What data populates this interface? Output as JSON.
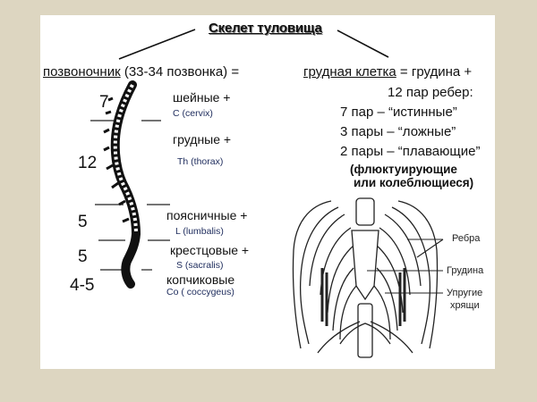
{
  "title": "Скелет туловища",
  "colors": {
    "background_border": "#ddd6c1",
    "sheet": "#ffffff",
    "ink": "#111111",
    "latin_text": "#1d2b5c"
  },
  "spine": {
    "heading_term": "позвоночник",
    "heading_rest": " (33-34 позвонка) =",
    "sections": [
      {
        "count": "7",
        "name": "шейные +",
        "latin": "C (cervix)"
      },
      {
        "count": "12",
        "name": "грудные +",
        "latin": "Th (thorax)"
      },
      {
        "count": "5",
        "name": "поясничные +",
        "latin": "L (lumbalis)"
      },
      {
        "count": "5",
        "name": "крестцовые +",
        "latin": "S (sacralis)"
      },
      {
        "count": "4-5",
        "name": "копчиковые",
        "latin": "Co ( coccygeus)"
      }
    ]
  },
  "thorax": {
    "heading_term": "грудная клетка",
    "heading_rest": " = грудина +",
    "line2": "12 пар ребер:",
    "ribs": [
      "7 пар – “истинные”",
      "3 пары – “ложные”",
      "2 пары – “плавающие”"
    ],
    "note_line1": "(флюктуирующие",
    "note_line2": "или колеблющиеся)",
    "figure_labels": {
      "ribs": "Ребра",
      "sternum": "Грудина",
      "cartilage_line1": "Упругие",
      "cartilage_line2": "хрящи"
    }
  }
}
